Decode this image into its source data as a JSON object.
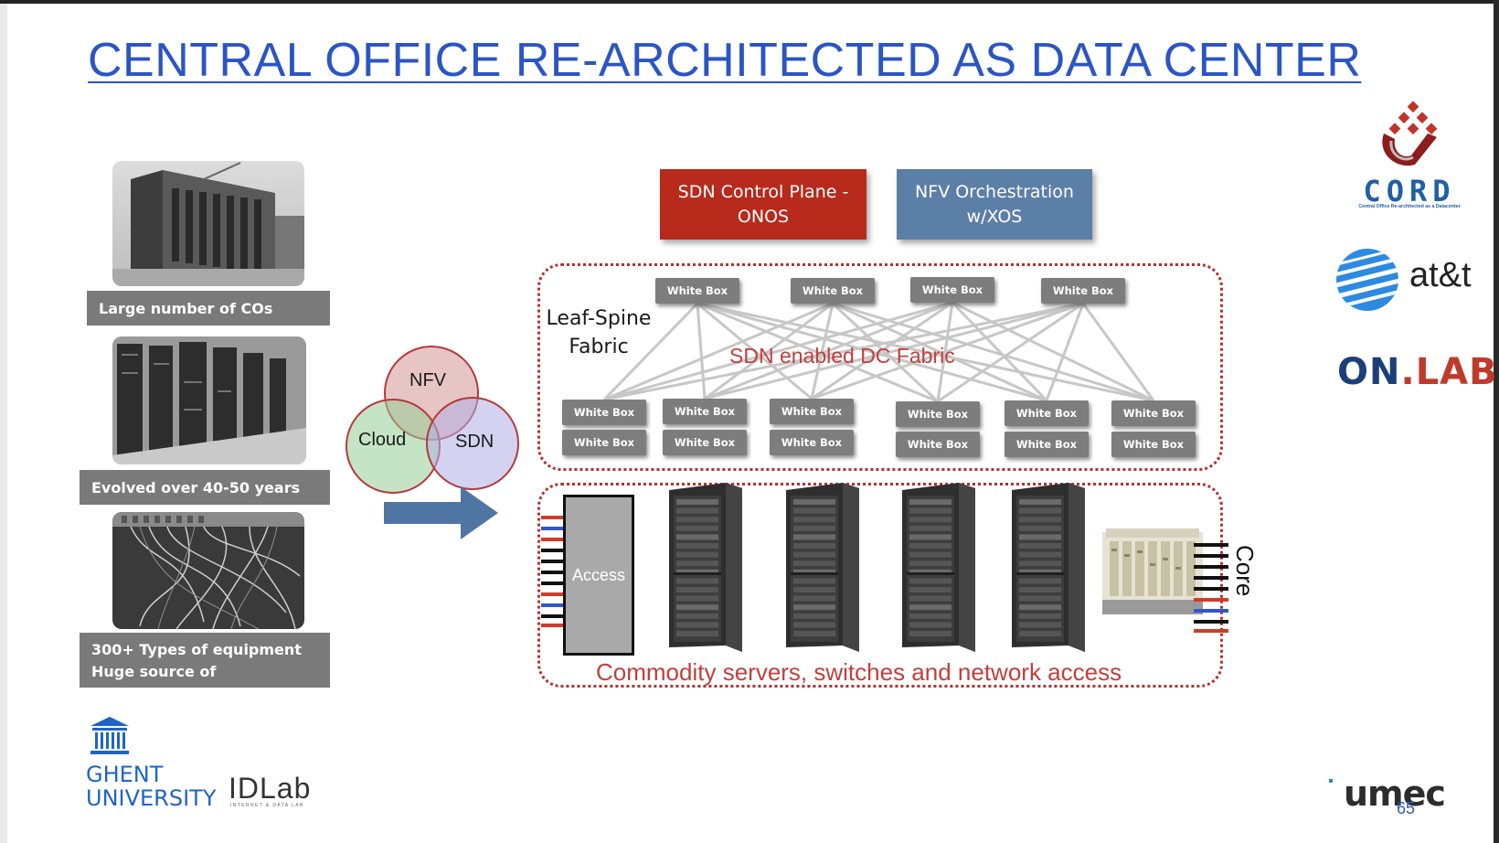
{
  "slide": {
    "title": "CENTRAL OFFICE RE-ARCHITECTED AS DATA CENTER",
    "page_number": "65"
  },
  "left_column": {
    "captions": [
      {
        "text": "Large number of COs"
      },
      {
        "text": "Evolved over 40-50 years"
      },
      {
        "line1": "300+ Types of equipment",
        "line2": "Huge source of CAPEX/OPEX"
      }
    ]
  },
  "venn": {
    "labels": [
      "NFV",
      "Cloud",
      "SDN"
    ]
  },
  "control": {
    "sdn_line1": "SDN Control Plane -",
    "sdn_line2": "ONOS",
    "sdn_color": "#b82a1c",
    "nfv_line1": "NFV Orchestration",
    "nfv_line2": "w/XOS",
    "nfv_color": "#5c7fa8"
  },
  "fabric": {
    "title_line1": "Leaf-Spine",
    "title_line2": "Fabric",
    "overlay": "SDN enabled DC Fabric",
    "spine_label": "White Box",
    "leaf_label": "White Box"
  },
  "datacenter": {
    "access_label": "Access",
    "core_label": "Core",
    "caption": "Commodity servers, switches and network access"
  },
  "logos": {
    "cord_name": "CORD",
    "cord_tagline": "Central Office Re-architected as a Datacenter",
    "att": "at&t",
    "onlab_on": "ON",
    "onlab_dot": ".",
    "onlab_lab": "LAB",
    "ghent_line1": "GHENT",
    "ghent_line2": "UNIVERSITY",
    "idlab": "IDLab",
    "idlab_sub": "INTERNET & DATA LAB",
    "imec": "umec"
  },
  "colors": {
    "title_blue": "#2b55c6",
    "fabric_red": "#b53030",
    "arrow_blue": "#4f76a3",
    "ghent_blue": "#1e64c8"
  }
}
